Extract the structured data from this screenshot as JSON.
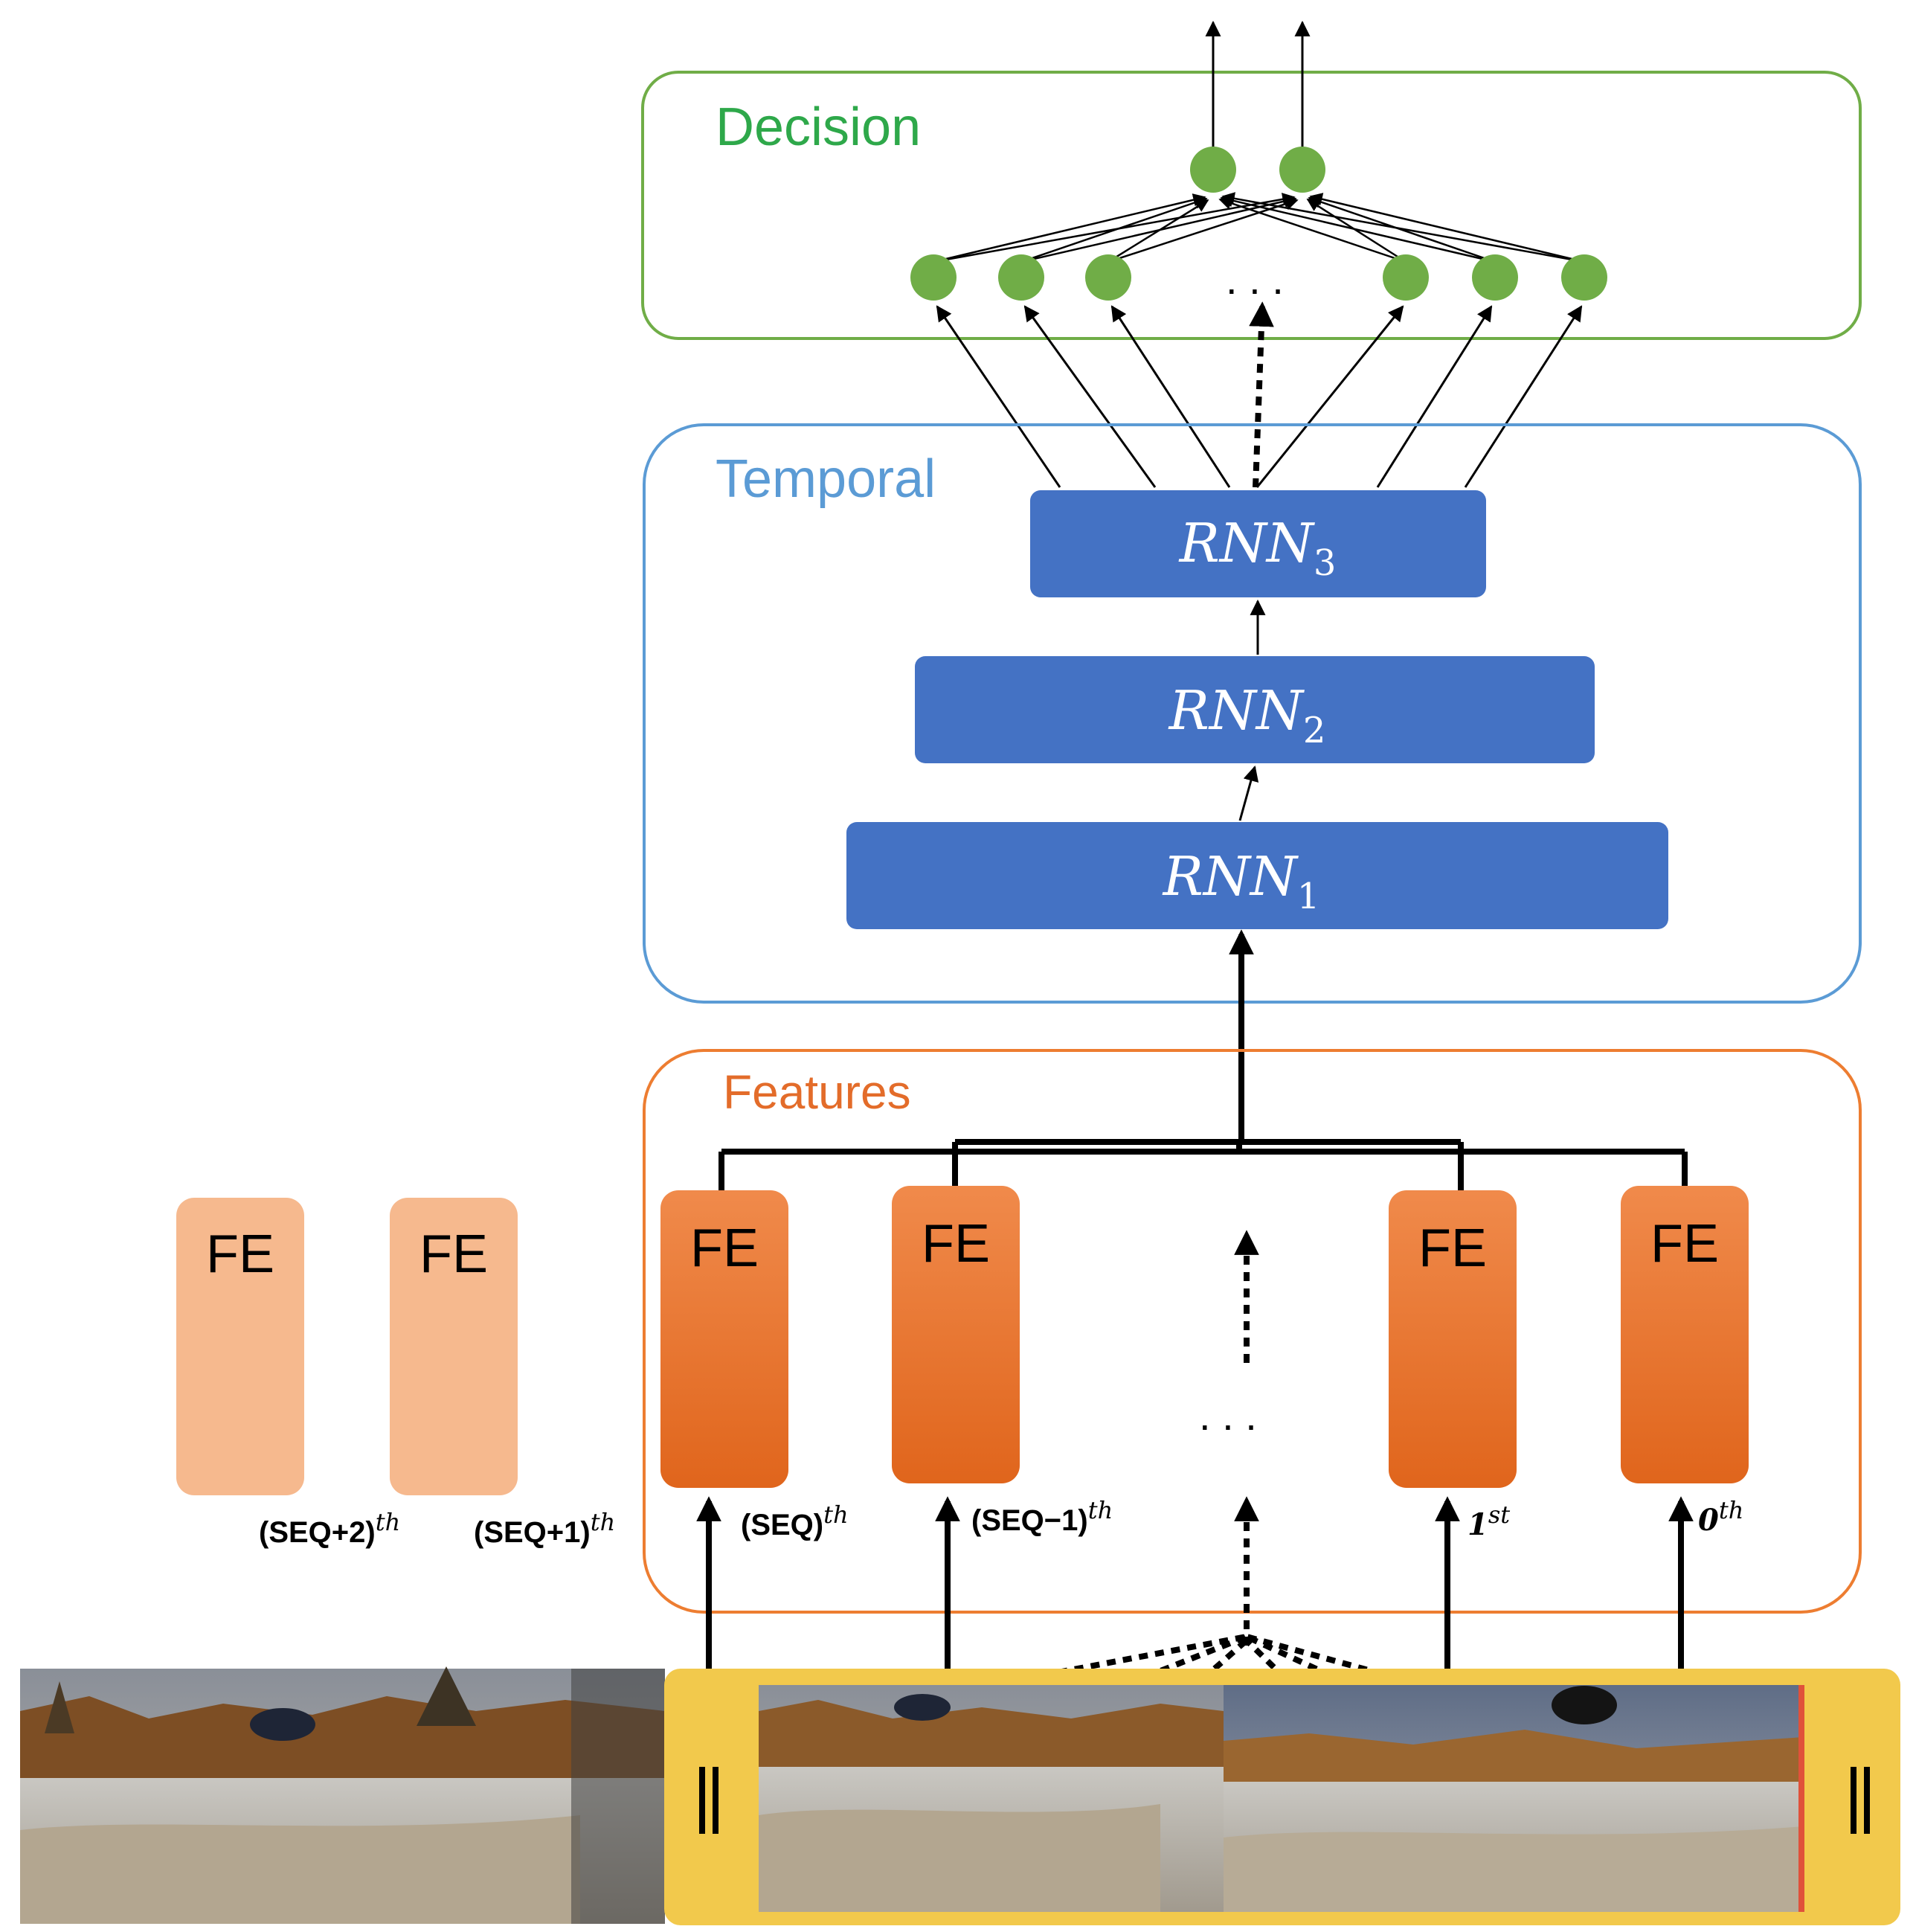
{
  "sections": {
    "decision": {
      "label": "Decision",
      "color": "#2ea84a",
      "border": "#70ad47"
    },
    "temporal": {
      "label": "Temporal",
      "color": "#5b9bd5",
      "border": "#5b9bd5"
    },
    "features": {
      "label": "Features",
      "color": "#e36c2a",
      "border": "#ed7d31"
    }
  },
  "rnn_layers": [
    {
      "base": "RNN",
      "sub": "3"
    },
    {
      "base": "RNN",
      "sub": "2"
    },
    {
      "base": "RNN",
      "sub": "1"
    }
  ],
  "fe_blocks": [
    {
      "label": "FE",
      "frame": "(SEQ+2)",
      "sup": "th",
      "faded": true
    },
    {
      "label": "FE",
      "frame": "(SEQ+1)",
      "sup": "th",
      "faded": true
    },
    {
      "label": "FE",
      "frame": "(SEQ)",
      "sup": "th",
      "faded": false
    },
    {
      "label": "FE",
      "frame": "(SEQ−1)",
      "sup": "th",
      "faded": false
    },
    {
      "label": "FE",
      "frame": "1",
      "sup": "st",
      "faded": false
    },
    {
      "label": "FE",
      "frame": "0",
      "sup": "th",
      "faded": false
    }
  ],
  "ellipsis": ". . .",
  "colors": {
    "rnn_fill": "#4472c4",
    "node_fill": "#70ad47",
    "fe_fill_top": "#f08a4b",
    "fe_fill_bottom": "#e0651c",
    "fe_faded": "#f6b98e",
    "video_frame": "#f2c94c"
  },
  "icons": {
    "pause": "pause-icon"
  }
}
